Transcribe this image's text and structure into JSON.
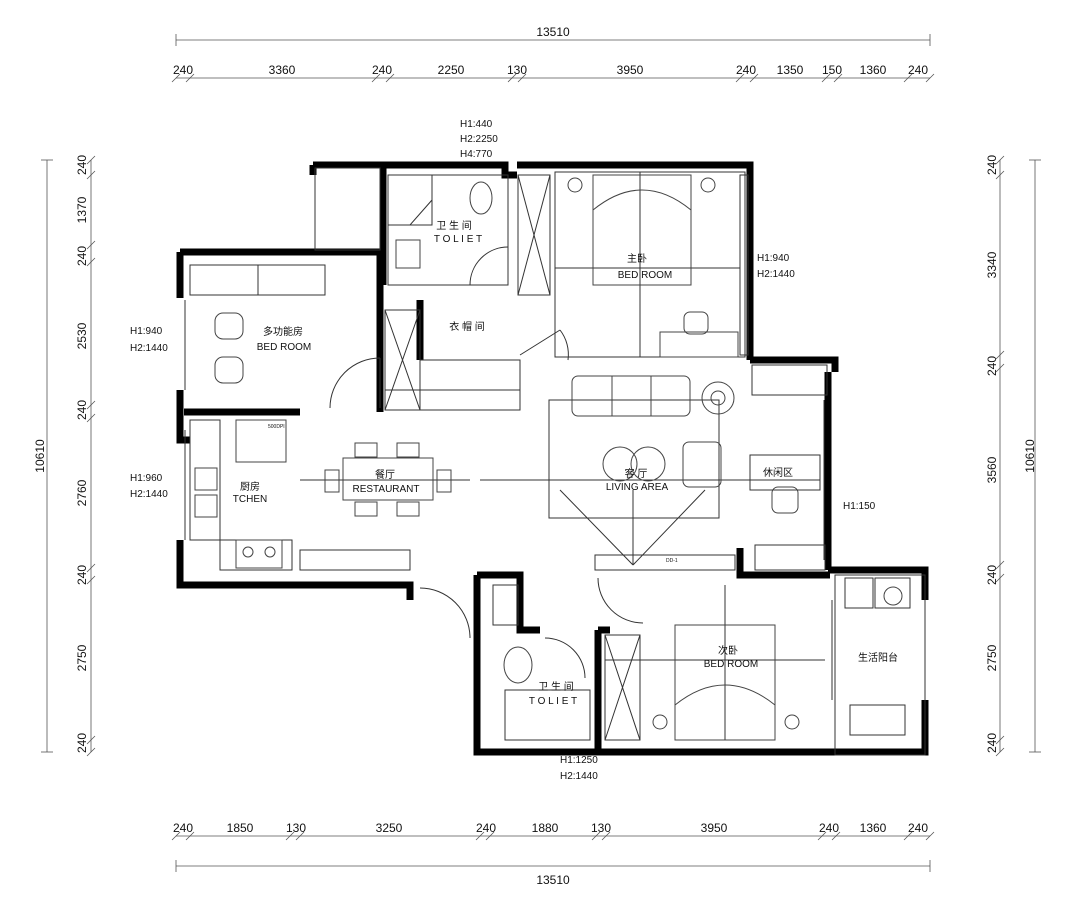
{
  "top_total": "13510",
  "top_segments": [
    "240",
    "3360",
    "240",
    "2250",
    "130",
    "3950",
    "240",
    "1350",
    "150",
    "1360",
    "240"
  ],
  "bottom_total": "13510",
  "bottom_segments": [
    "240",
    "1850",
    "130",
    "3250",
    "240",
    "1880",
    "130",
    "3950",
    "240",
    "1360",
    "240"
  ],
  "left_total": "10610",
  "left_segments": [
    "240",
    "1370",
    "240",
    "2530",
    "240",
    "2760",
    "240",
    "2750",
    "240"
  ],
  "right_total": "10610",
  "right_segments": [
    "240",
    "3340",
    "240",
    "3560",
    "240",
    "2750",
    "240"
  ],
  "rooms": {
    "bath1_cn": "卫 生 间",
    "bath1_en": "T O L I E T",
    "master_cn": "主卧",
    "master_en": "BED ROOM",
    "closet_cn": "衣 帽 间",
    "multi_cn": "多功能房",
    "multi_en": "BED ROOM",
    "kitchen_cn": "厨房",
    "kitchen_en": "TCHEN",
    "dining_cn": "餐厅",
    "dining_en": "RESTAURANT",
    "living_cn": "客 厅",
    "living_en": "LIVING AREA",
    "leisure_cn": "休闲区",
    "second_cn": "次卧",
    "second_en": "BED ROOM",
    "bath2_cn": "卫 生 间",
    "bath2_en": "T O L I E T",
    "balcony_cn": "生活阳台"
  },
  "notes": {
    "bath_top": [
      "H1:440",
      "H2:2250",
      "H4:770"
    ],
    "master_win": [
      "H1:940",
      "H2:1440"
    ],
    "multi_win": [
      "H1:940",
      "H2:1440"
    ],
    "kitchen_win": [
      "H1:960",
      "H2:1440"
    ],
    "living_win": "H1:150",
    "bath_bottom": [
      "H1:1250",
      "H2:1440"
    ]
  },
  "fridge_label": "500DPI",
  "door_label": "DD-1"
}
